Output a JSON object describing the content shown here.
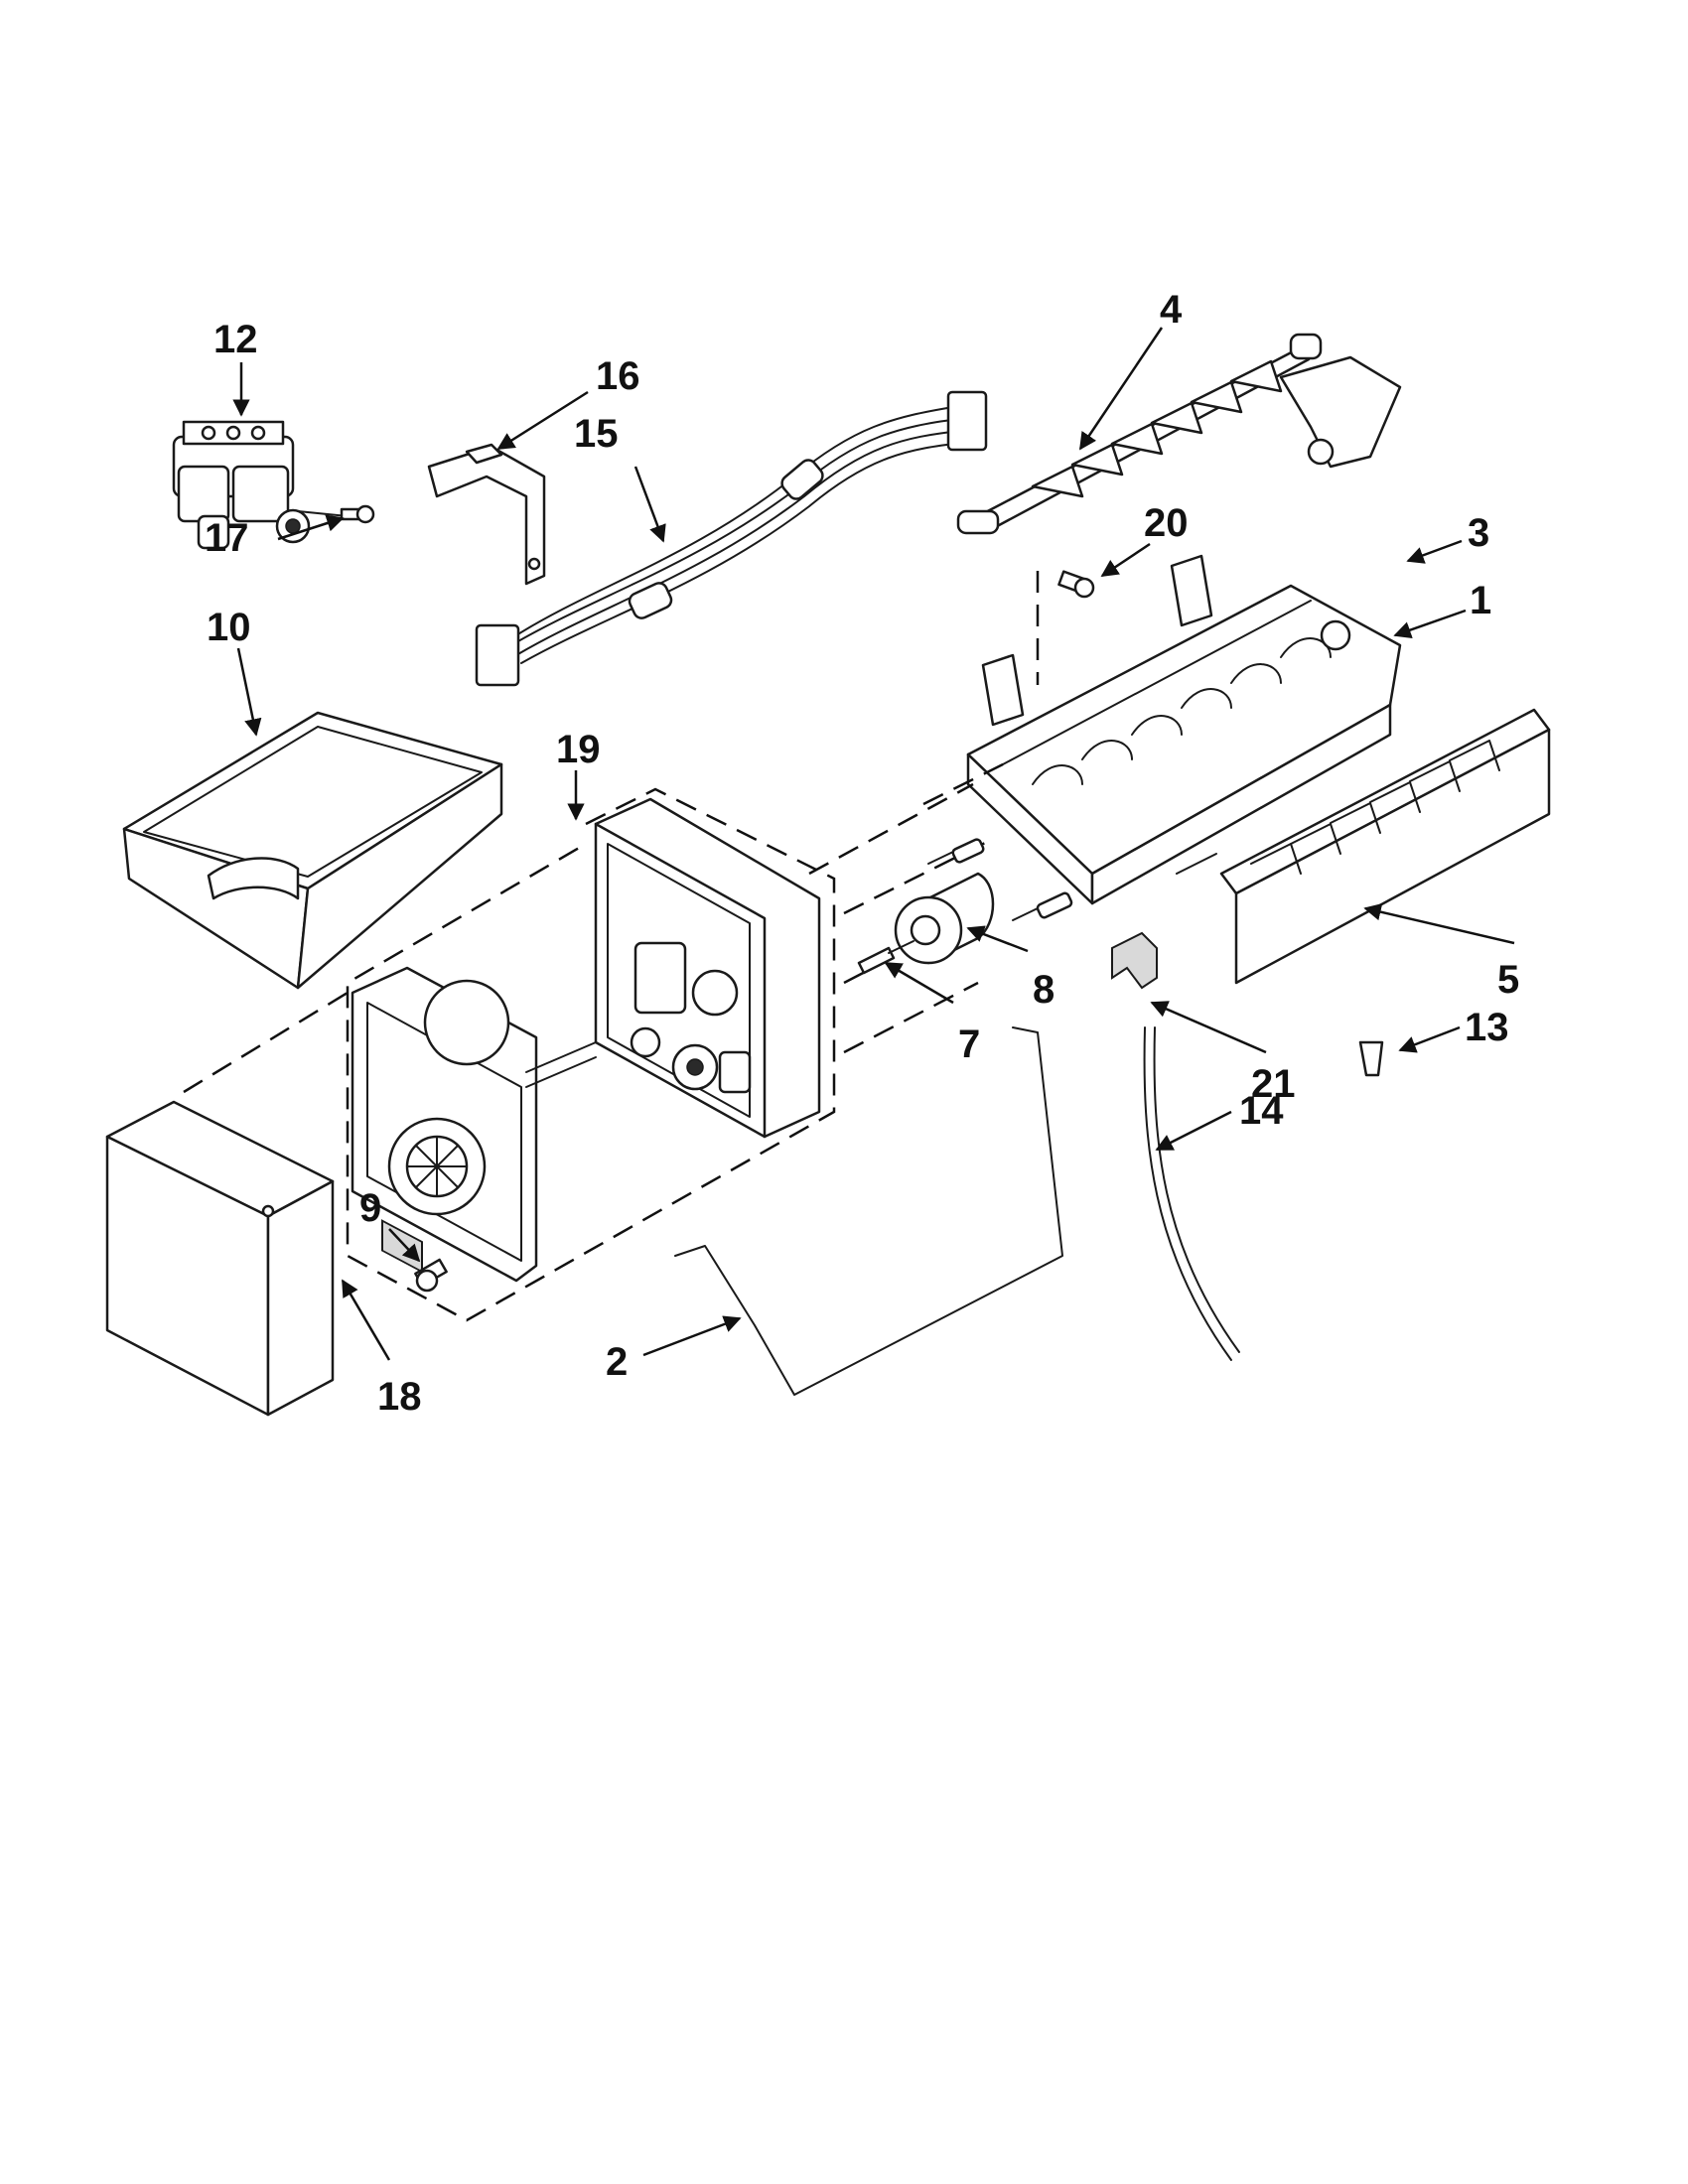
{
  "diagram": {
    "callouts": [
      {
        "id": "1",
        "label": "1"
      },
      {
        "id": "2",
        "label": "2"
      },
      {
        "id": "3",
        "label": "3"
      },
      {
        "id": "4",
        "label": "4"
      },
      {
        "id": "5",
        "label": "5"
      },
      {
        "id": "7",
        "label": "7"
      },
      {
        "id": "8",
        "label": "8"
      },
      {
        "id": "9",
        "label": "9"
      },
      {
        "id": "10",
        "label": "10"
      },
      {
        "id": "12",
        "label": "12"
      },
      {
        "id": "13",
        "label": "13"
      },
      {
        "id": "14",
        "label": "14"
      },
      {
        "id": "15",
        "label": "15"
      },
      {
        "id": "16",
        "label": "16"
      },
      {
        "id": "17",
        "label": "17"
      },
      {
        "id": "18",
        "label": "18"
      },
      {
        "id": "19",
        "label": "19"
      },
      {
        "id": "20",
        "label": "20"
      },
      {
        "id": "21",
        "label": "21"
      }
    ],
    "colors": {
      "line": "#1a1a1a",
      "background": "#ffffff",
      "shade": "#d9d9d9"
    }
  }
}
